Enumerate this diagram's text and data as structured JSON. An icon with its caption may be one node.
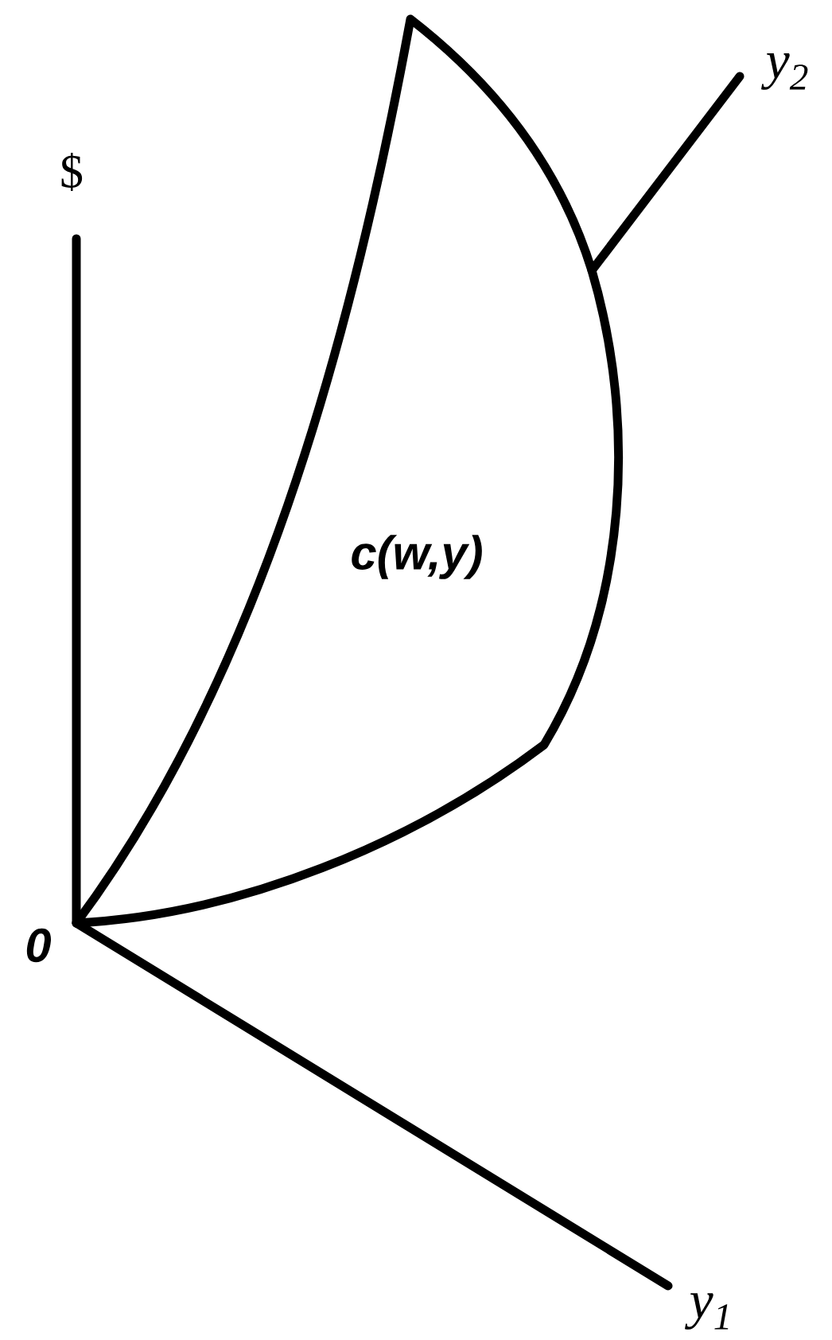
{
  "diagram": {
    "labels": [
      "$",
      "y$_{2}$",
      "c(w,y)",
      "0",
      "y$_{1}$"
    ]
  }
}
